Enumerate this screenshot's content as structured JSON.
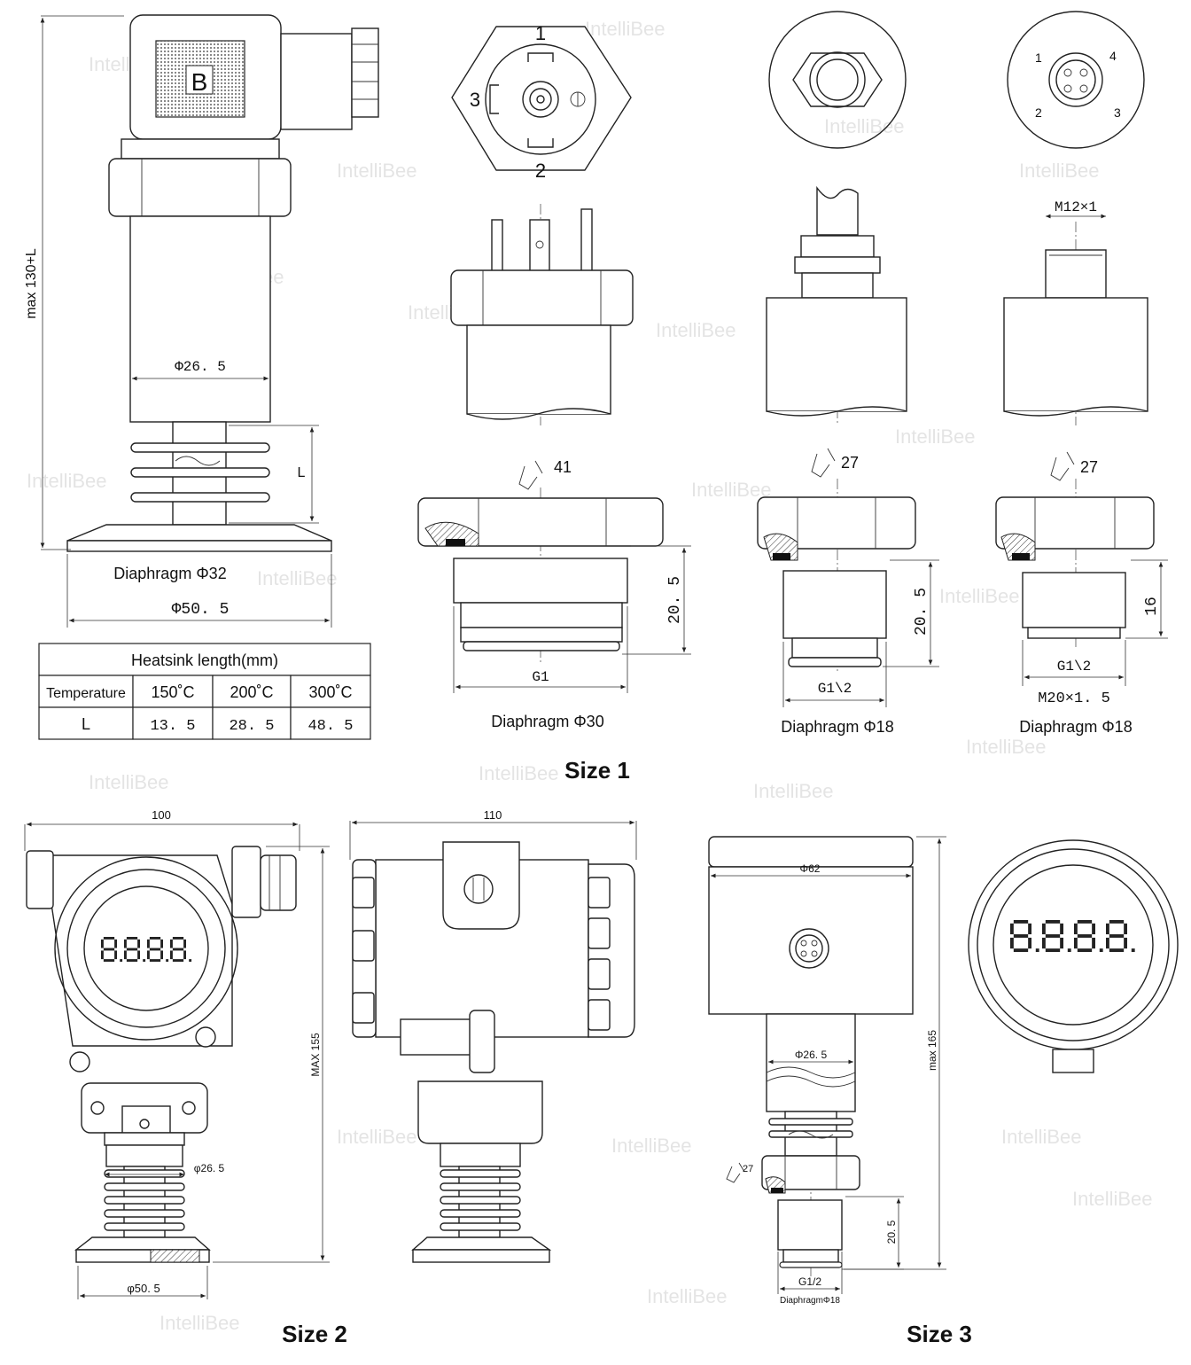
{
  "watermark": "IntelliBee",
  "section_labels": {
    "size1": "Size 1",
    "size2": "Size 2",
    "size3": "Size 3"
  },
  "size1": {
    "overall_height": "max  130+L",
    "connector_letter": "B",
    "tube_dia": "Φ26. 5",
    "heatsink_label": "L",
    "diaphragm_main": "Diaphragm Φ32",
    "clamp_dia": "Φ50. 5",
    "heatsink_table": {
      "title": "Heatsink length(mm)",
      "header": [
        "Temperature",
        "150˚C",
        "200˚C",
        "300˚C"
      ],
      "row": [
        "L",
        "13. 5",
        "28. 5",
        "48. 5"
      ]
    },
    "plug_pins": [
      "1",
      "2",
      "3"
    ],
    "m12_pins": [
      "1",
      "2",
      "3",
      "4"
    ],
    "thread_m12": "M12×1",
    "variant_a": {
      "wrench": "41",
      "height": "20. 5",
      "thread": "G1",
      "diaphragm": "Diaphragm Φ30"
    },
    "variant_b": {
      "wrench": "27",
      "height": "20. 5",
      "thread": "G1\\2",
      "diaphragm": "Diaphragm Φ18"
    },
    "variant_c": {
      "wrench": "27",
      "height": "16",
      "thread": "G1\\2",
      "thread2": "M20×1. 5",
      "diaphragm": "Diaphragm Φ18"
    }
  },
  "size2": {
    "front_width": "100",
    "side_width": "110",
    "height": "MAX 155",
    "tube_dia": "φ26. 5",
    "clamp_dia": "φ50. 5",
    "display": "8.8.8.8."
  },
  "size3": {
    "head_dia": "Φ62",
    "tube_dia": "Φ26. 5",
    "height": "max 165",
    "wrench": "27",
    "thread_height": "20. 5",
    "thread": "G1/2",
    "diaphragm": "DiaphragmΦ18",
    "display": "8.8.8.8."
  }
}
